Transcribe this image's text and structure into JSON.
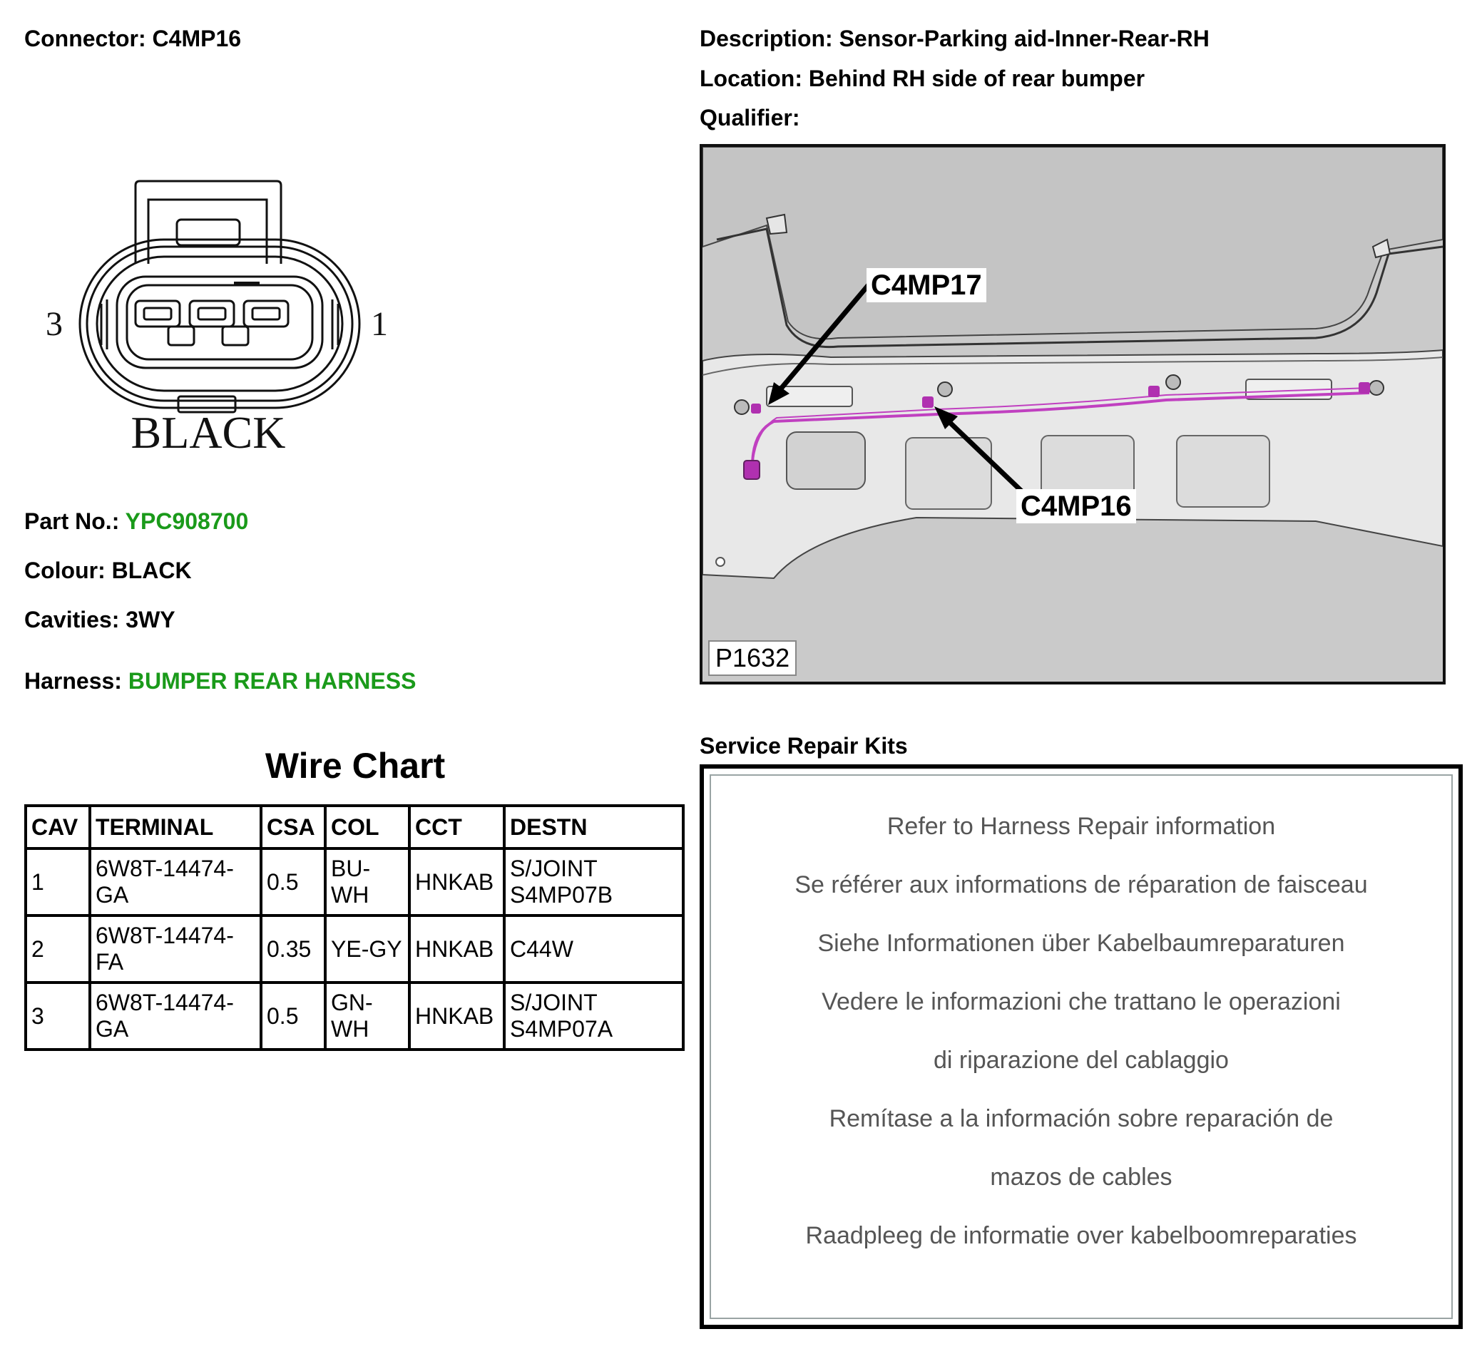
{
  "header": {
    "connector_label": "Connector:",
    "connector_value": "C4MP16",
    "description_label": "Description:",
    "description_value": "Sensor-Parking aid-Inner-Rear-RH",
    "location_label": "Location:",
    "location_value": "Behind RH side of rear bumper",
    "qualifier_label": "Qualifier:"
  },
  "connector_drawing": {
    "pin_left": "3",
    "pin_right": "1",
    "colour_caption": "BLACK"
  },
  "details": {
    "part_label": "Part No.:",
    "part_value": "YPC908700",
    "colour_label": "Colour:",
    "colour_value": "BLACK",
    "cavities_label": "Cavities:",
    "cavities_value": "3WY",
    "harness_label": "Harness:",
    "harness_value": "BUMPER REAR HARNESS",
    "link_color": "#1a9a1a"
  },
  "wire_chart": {
    "title": "Wire Chart",
    "columns": [
      "CAV",
      "TERMINAL",
      "CSA",
      "COL",
      "CCT",
      "DESTN"
    ],
    "rows": [
      [
        "1",
        "6W8T-14474-GA",
        "0.5",
        "BU-WH",
        "HNKAB",
        "S/JOINT S4MP07B"
      ],
      [
        "2",
        "6W8T-14474-FA",
        "0.35",
        "YE-GY",
        "HNKAB",
        "C44W"
      ],
      [
        "3",
        "6W8T-14474-GA",
        "0.5",
        "GN-WH",
        "HNKAB",
        "S/JOINT S4MP07A"
      ]
    ]
  },
  "photo": {
    "callout_a": "C4MP17",
    "callout_b": "C4MP16",
    "ref": "P1632",
    "harness_color": "#c040c0"
  },
  "service_kits": {
    "title": "Service Repair Kits",
    "lines": [
      "Refer to Harness Repair information",
      "Se référer aux informations de réparation de faisceau",
      "Siehe Informationen über Kabelbaumreparaturen",
      "Vedere le informazioni che trattano le operazioni",
      "di riparazione del cablaggio",
      "Remítase a la información sobre reparación de",
      "mazos de cables",
      "Raadpleeg de informatie over kabelboomreparaties"
    ]
  }
}
